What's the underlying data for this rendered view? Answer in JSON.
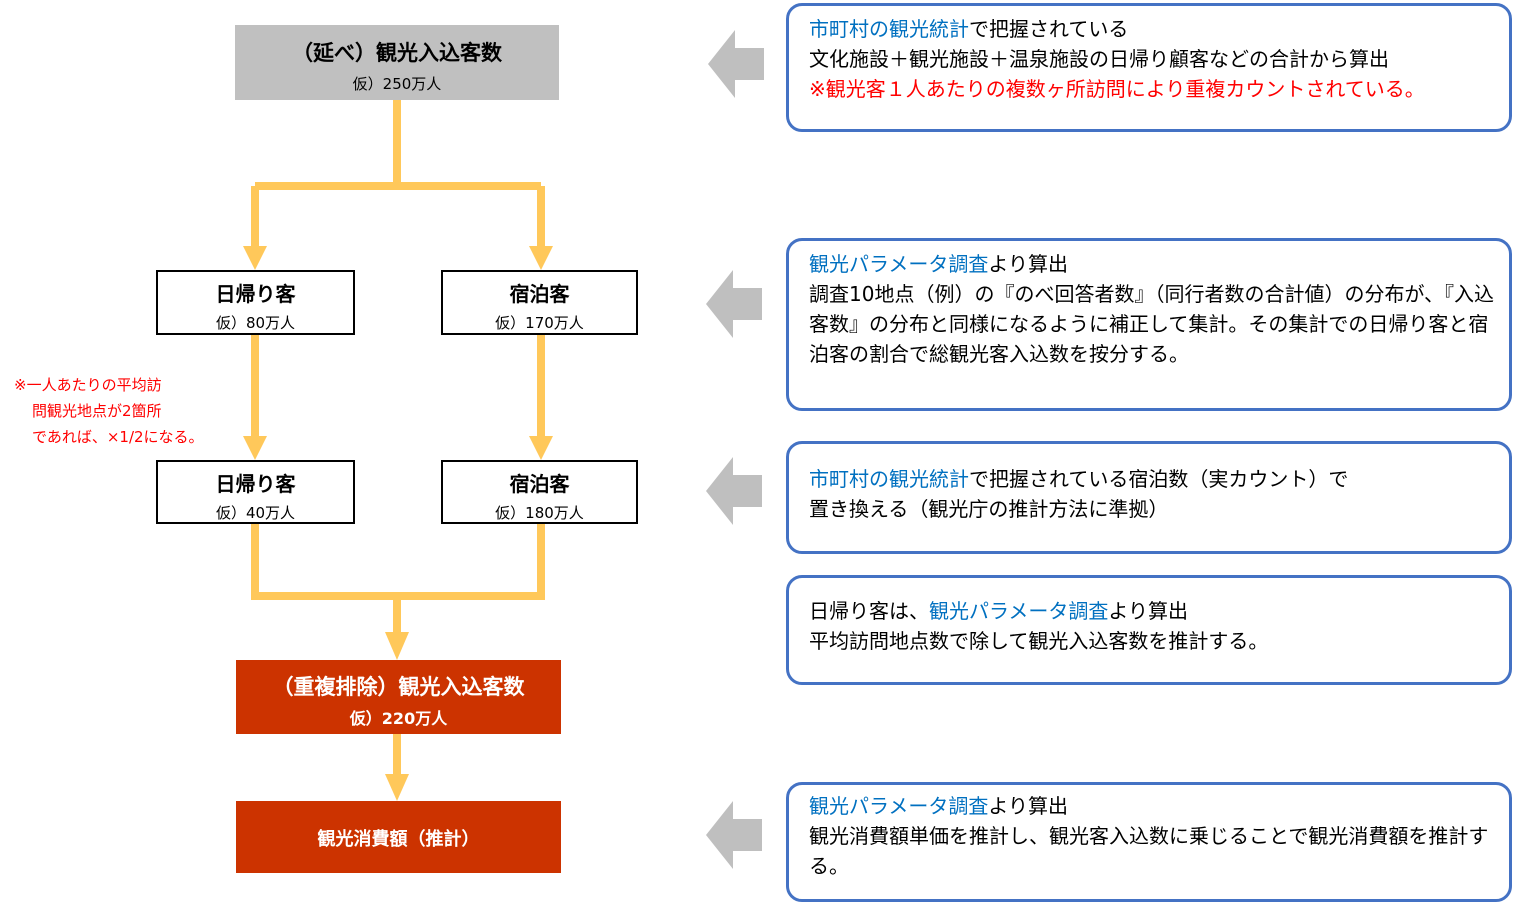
{
  "flow": {
    "top": {
      "title": "（延べ）観光入込客数",
      "sub": "仮）250万人"
    },
    "day1": {
      "title": "日帰り客",
      "sub": "仮）80万人"
    },
    "stay1": {
      "title": "宿泊客",
      "sub": "仮）170万人"
    },
    "day2": {
      "title": "日帰り客",
      "sub": "仮）40万人"
    },
    "stay2": {
      "title": "宿泊客",
      "sub": "仮）180万人"
    },
    "dedup": {
      "title": "（重複排除）観光入込客数",
      "sub": "仮）220万人"
    },
    "spend": {
      "title": "観光消費額（推計）"
    },
    "note": [
      "※一人あたりの平均訪",
      "問観光地点が2箇所",
      "であれば、×1/2になる。"
    ]
  },
  "callouts": {
    "c1": {
      "l1_blue": "市町村の観光統計",
      "l1_rest": "で把握されている",
      "l2": "文化施設＋観光施設＋温泉施設の日帰り顧客などの合計から算出",
      "l3_red": "※観光客１人あたりの複数ヶ所訪問により重複カウントされている。"
    },
    "c2": {
      "l1_blue": "観光パラメータ調査",
      "l1_rest": "より算出",
      "body": "調査10地点（例）の『のべ回答者数』（同行者数の合計値）の分布が、『入込客数』の分布と同様になるように補正して集計。その集計での日帰り客と宿泊客の割合で総観光客入込数を按分する。"
    },
    "c3": {
      "l1_blue": "市町村の観光統計",
      "l1_rest": "で把握されている宿泊数（実カウント）で",
      "l2": "置き換える（観光庁の推計方法に準拠）"
    },
    "c4": {
      "l1_pre": "日帰り客は、",
      "l1_blue": "観光パラメータ調査",
      "l1_rest": "より算出",
      "l2": "平均訪問地点数で除して観光入込客数を推計する。"
    },
    "c5": {
      "l1_blue": "観光パラメータ調査",
      "l1_rest": "より算出",
      "body": "観光消費額単価を推計し、観光客入込数に乗じることで観光消費額を推計する。"
    }
  },
  "colors": {
    "connector": "#ffc85a",
    "arrow_gray": "#bfbfbf",
    "callout_border": "#4472c4",
    "top_box": "#c0c0c0",
    "result_box": "#cc3300"
  }
}
